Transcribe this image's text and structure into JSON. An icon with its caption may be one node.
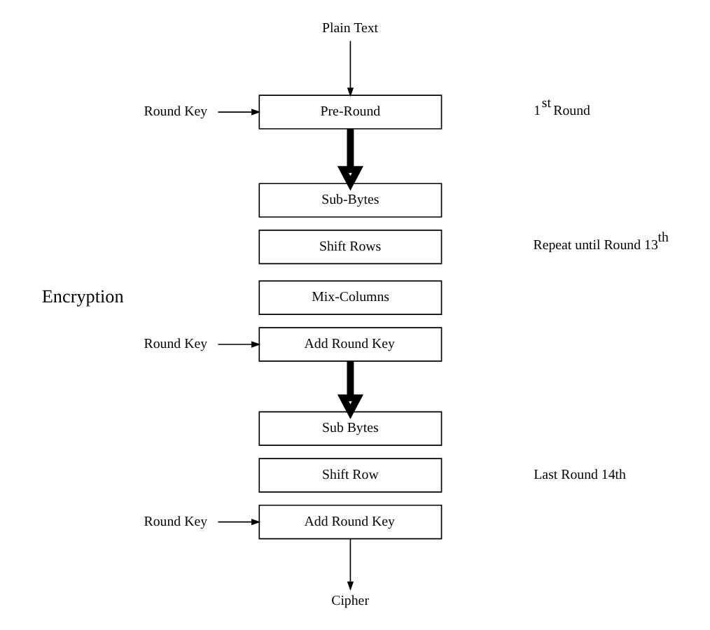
{
  "diagram": {
    "nodes": [
      {
        "text": [
          "Plain Text"
        ]
      },
      {
        "text": [
          "Round Key"
        ]
      },
      {
        "text": [
          "Pre-Round"
        ]
      },
      {
        "text": [
          "Sub-Bytes"
        ]
      },
      {
        "text": [
          "Shift Rows"
        ]
      },
      {
        "text": [
          "Mix-Columns"
        ]
      },
      {
        "text": [
          "Round Key"
        ]
      },
      {
        "text": [
          "Add Round Key"
        ]
      },
      {
        "text": [
          "Sub Bytes"
        ]
      },
      {
        "text": [
          "Shift Row"
        ]
      },
      {
        "text": [
          "Round Key"
        ]
      },
      {
        "text": [
          "Add Round Key"
        ]
      },
      {
        "text": [
          "Cipher"
        ]
      }
    ],
    "edges": [
      {
        "from": 0,
        "to": 2,
        "arrow": "to"
      },
      {
        "from": 1,
        "to": 2,
        "arrow": "to"
      },
      {
        "from": 2,
        "to": 3,
        "arrow": "to",
        "style": "thick"
      },
      {
        "from": 6,
        "to": 7,
        "arrow": "to"
      },
      {
        "from": 7,
        "to": 8,
        "arrow": "to",
        "style": "thick"
      },
      {
        "from": 10,
        "to": 11,
        "arrow": "to"
      },
      {
        "from": 11,
        "to": 12,
        "arrow": "to"
      }
    ],
    "labels": [
      "1$^{st}$ Round",
      "Encryption",
      "Repeat until Round 13$^{th}$",
      "Last Round 14th"
    ]
  }
}
